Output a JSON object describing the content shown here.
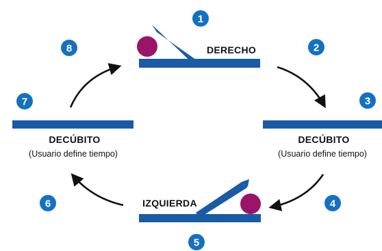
{
  "colors": {
    "bar": "#1a5ba6",
    "ball": "#9b1469",
    "badge": "#1670c0",
    "badge_text": "#ffffff",
    "arrow": "#111111"
  },
  "steps": [
    {
      "number": "1"
    },
    {
      "number": "2"
    },
    {
      "number": "3"
    },
    {
      "number": "4"
    },
    {
      "number": "5"
    },
    {
      "number": "6"
    },
    {
      "number": "7"
    },
    {
      "number": "8"
    }
  ],
  "positions": {
    "right_tilt": {
      "label": "DERECHO"
    },
    "supine_right": {
      "label": "DECÚBITO",
      "sublabel": "(Usuario define tiempo)"
    },
    "left_tilt": {
      "label": "IZQUIERDA"
    },
    "supine_left": {
      "label": "DECÚBITO",
      "sublabel": "(Usuario define tiempo)"
    }
  }
}
